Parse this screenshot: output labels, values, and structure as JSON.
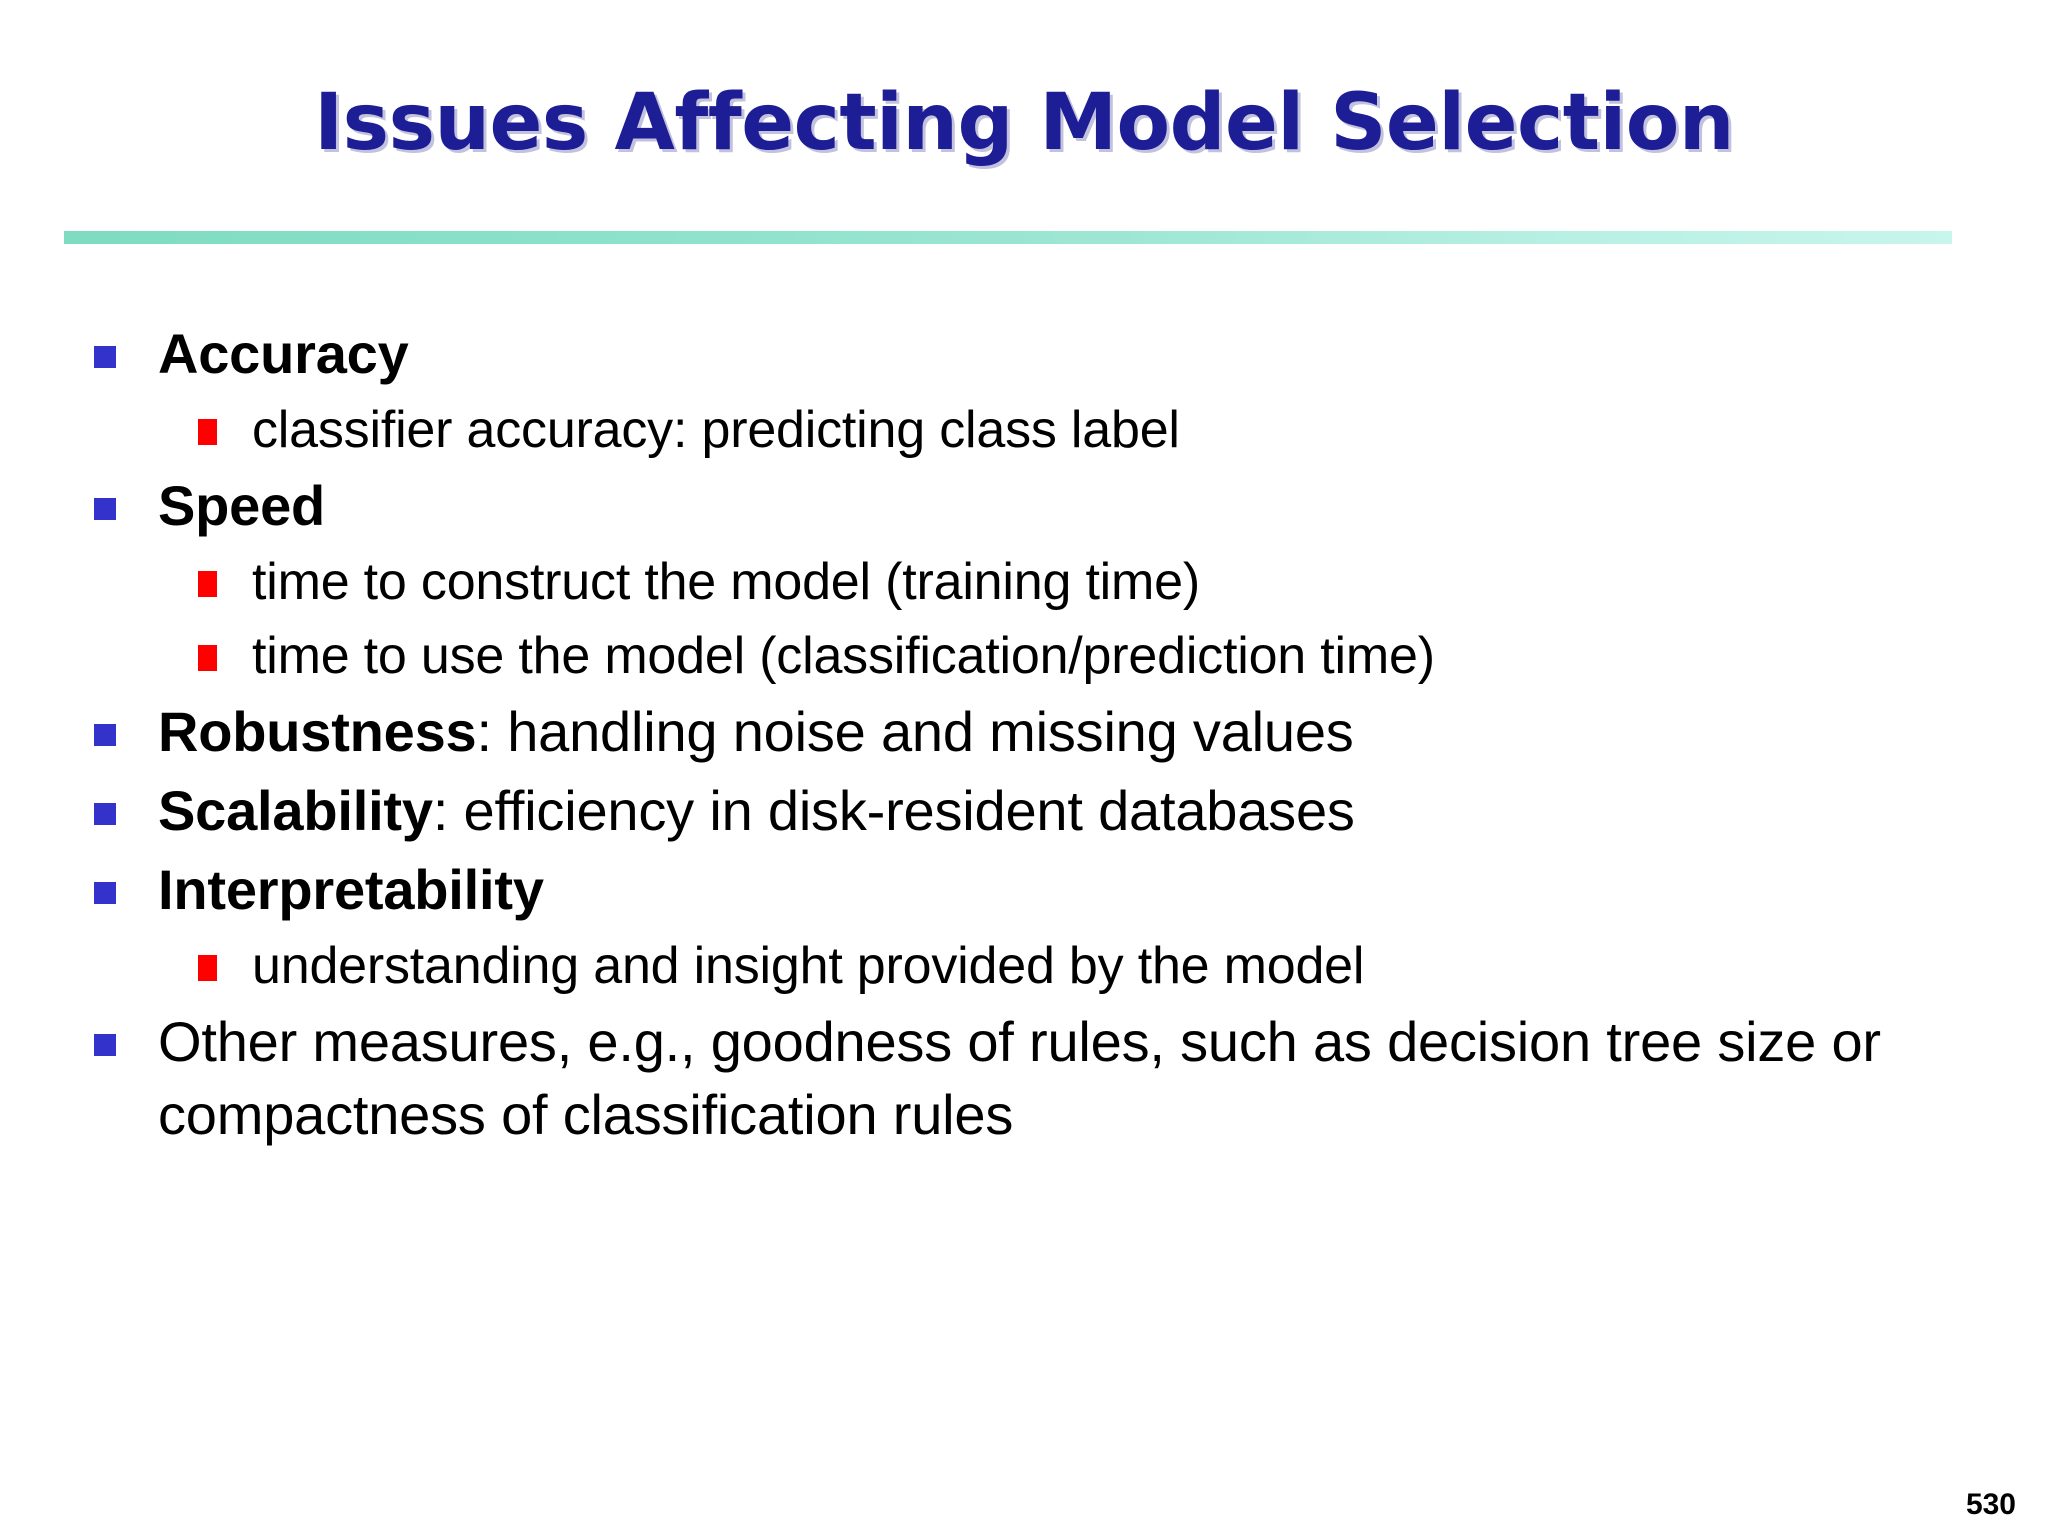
{
  "slide": {
    "title": "Issues Affecting Model Selection",
    "page_number": "530",
    "colors": {
      "title": "#1d1d96",
      "divider_start": "#7fdcc0",
      "divider_end": "#c8f5ec",
      "bullet_level1": "#3333cc",
      "bullet_level2": "#ff0000",
      "body_text": "#000000",
      "background": "#ffffff"
    },
    "bullets": [
      {
        "level": 1,
        "bold_prefix": "Accuracy",
        "rest": ""
      },
      {
        "level": 2,
        "bold_prefix": "",
        "rest": "classifier accuracy: predicting class label"
      },
      {
        "level": 1,
        "bold_prefix": "Speed",
        "rest": ""
      },
      {
        "level": 2,
        "bold_prefix": "",
        "rest": "time to construct the model (training time)"
      },
      {
        "level": 2,
        "bold_prefix": "",
        "rest": "time to use the model (classification/prediction time)"
      },
      {
        "level": 1,
        "bold_prefix": "Robustness",
        "rest": ": handling noise and missing values"
      },
      {
        "level": 1,
        "bold_prefix": "Scalability",
        "rest": ": efficiency in disk-resident databases"
      },
      {
        "level": 1,
        "bold_prefix": "Interpretability",
        "rest": ""
      },
      {
        "level": 2,
        "bold_prefix": "",
        "rest": "understanding and insight provided by the model"
      },
      {
        "level": 1,
        "bold_prefix": "",
        "rest": "Other measures, e.g., goodness of rules, such as decision tree size or compactness of classification rules"
      }
    ]
  }
}
